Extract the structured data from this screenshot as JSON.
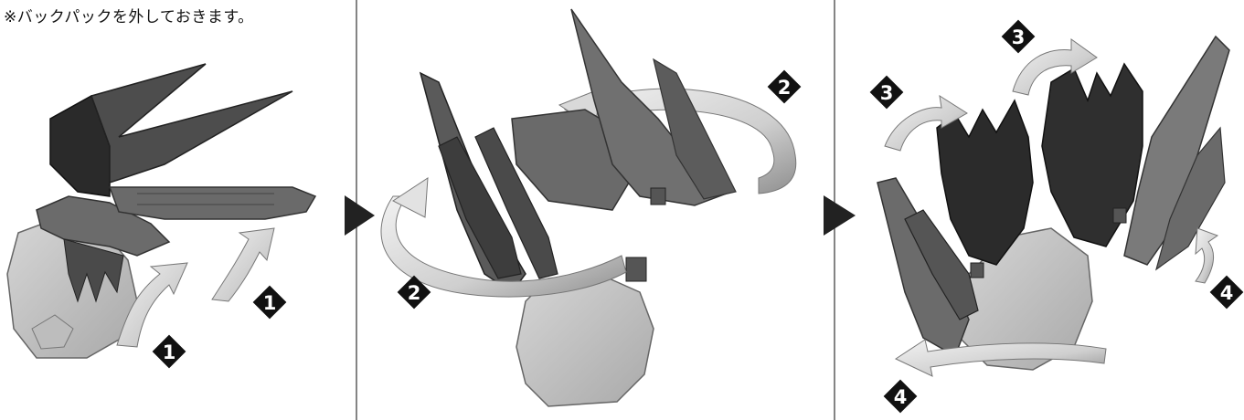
{
  "note": "※バックパックを外しておきます。",
  "steps": {
    "s1": "1",
    "s2": "2",
    "s3": "3",
    "s4": "4"
  },
  "colors": {
    "ink": "#111111",
    "panel_dark": "#2b2b2b",
    "panel_mid": "#555555",
    "panel_light": "#7a7a7a",
    "body_pale": "#c8c8c8",
    "arrow_light": "#e6e6e6",
    "arrow_dark": "#8a8a8a"
  },
  "icons": {
    "next_step": "triangle-right-icon",
    "rotate": "curved-arrow-icon",
    "step_marker": "diamond-number-icon"
  }
}
